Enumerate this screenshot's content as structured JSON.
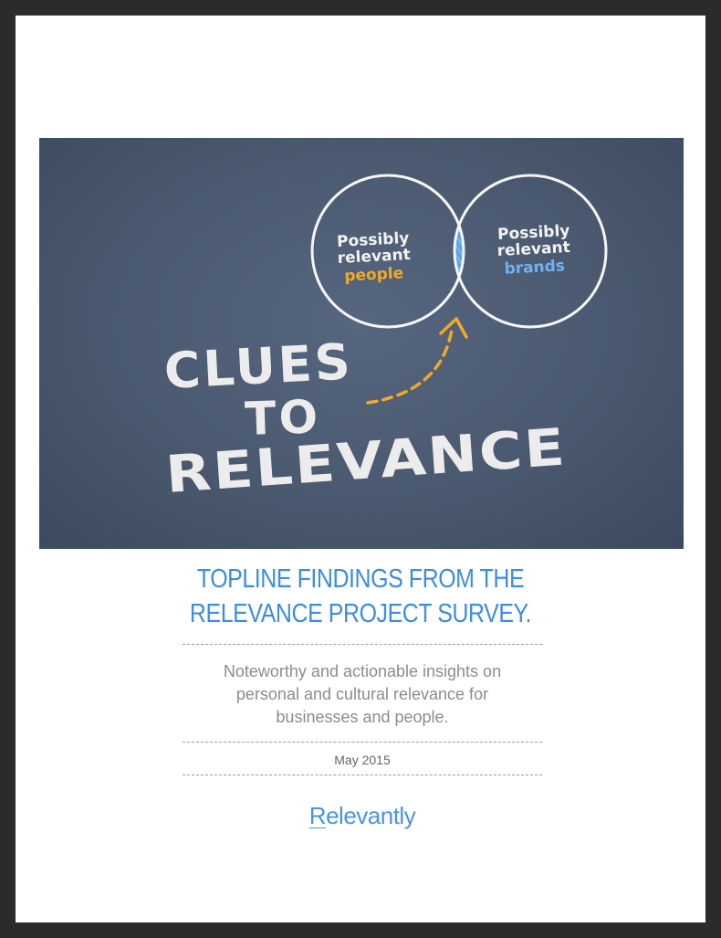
{
  "hero": {
    "left_circle": {
      "line1": "Possibly",
      "line2": "relevant",
      "line3": "people"
    },
    "right_circle": {
      "line1": "Possibly",
      "line2": "relevant",
      "line3": "brands"
    },
    "headline": {
      "line1": "CLUES",
      "line2": "TO",
      "line3": "RELEVANCE"
    },
    "colors": {
      "board": "#4a596f",
      "chalk": "#f3f3f3",
      "people": "#f0a928",
      "brands": "#6fb2f0",
      "overlap": "#5aa6ea"
    }
  },
  "title": {
    "line1": "TOPLINE FINDINGS FROM THE",
    "line2": "RELEVANCE PROJECT SURVEY."
  },
  "subtitle": {
    "line1": "Noteworthy and actionable insights on",
    "line2": "personal and cultural relevance for",
    "line3": "businesses and people."
  },
  "date": "May 2015",
  "logo": {
    "first_letter": "R",
    "rest": "elevantly"
  },
  "colors": {
    "title": "#3a8de6",
    "subtitle": "#8c8c8c",
    "logo": "#4a94e0"
  }
}
